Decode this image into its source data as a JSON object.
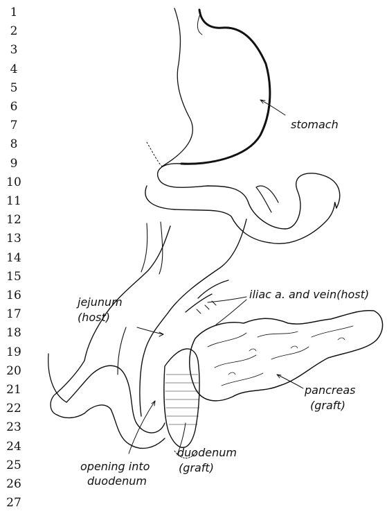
{
  "line_numbers": [
    "1",
    "2",
    "3",
    "4",
    "5",
    "6",
    "7",
    "8",
    "9",
    "10",
    "11",
    "12",
    "13",
    "14",
    "15",
    "16",
    "17",
    "18",
    "19",
    "20",
    "21",
    "22",
    "23",
    "24",
    "25",
    "26",
    "27"
  ],
  "labels": {
    "stomach": "stomach",
    "jejunum_1": "jejunum",
    "jejunum_2": "(host)",
    "iliac": "iliac a. and vein(host)",
    "pancreas_1": "pancreas",
    "pancreas_2": "(graft)",
    "duodenum_1": "duodenum",
    "duodenum_2": "(graft)",
    "opening_1": "opening into",
    "opening_2": "duodenum"
  },
  "colors": {
    "ink": "#111111",
    "background": "#ffffff"
  }
}
